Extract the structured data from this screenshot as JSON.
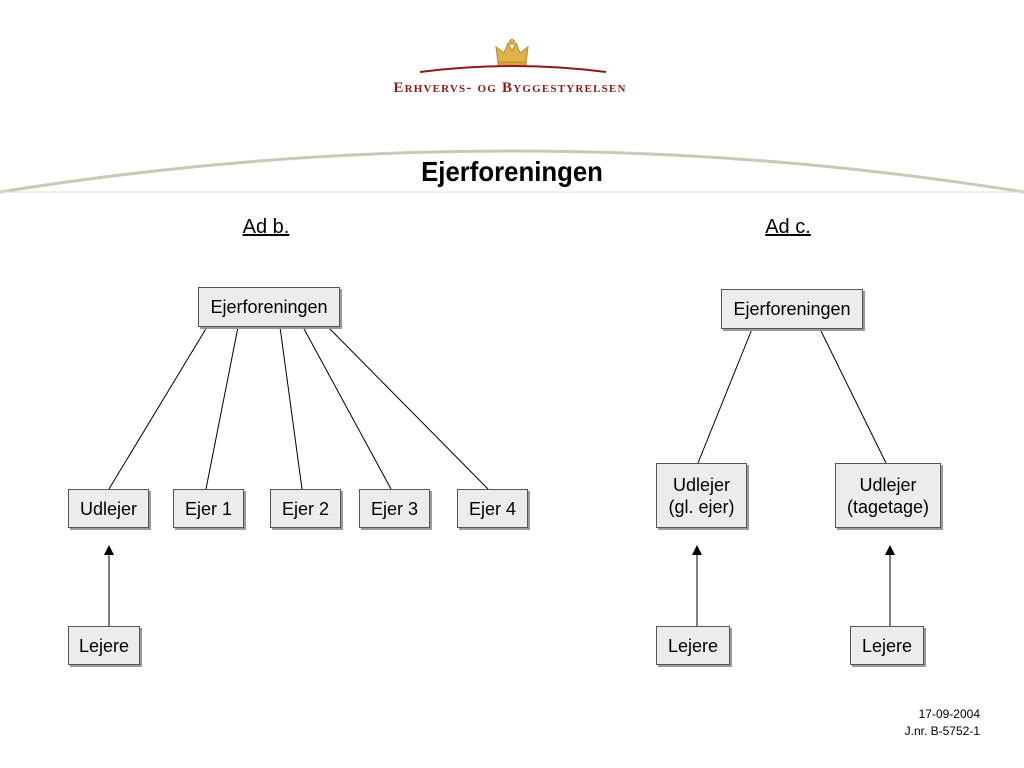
{
  "logo": {
    "text": "Erhvervs- og Byggestyrelsen",
    "icon": "crown-icon",
    "color": "#8b1a1a",
    "accent": "#e2b24e"
  },
  "title": "Ejerforeningen",
  "sections": {
    "left_label": "Ad b.",
    "right_label": "Ad c."
  },
  "left": {
    "root": "Ejerforeningen",
    "children": [
      "Udlejer",
      "Ejer 1",
      "Ejer 2",
      "Ejer 3",
      "Ejer 4"
    ],
    "tenant": "Lejere"
  },
  "right": {
    "root": "Ejerforeningen",
    "children": [
      "Udlejer\n(gl. ejer)",
      "Udlejer\n(tagetage)"
    ],
    "tenants": [
      "Lejere",
      "Lejere"
    ]
  },
  "footer": {
    "date": "17-09-2004",
    "ref": "J.nr. B-5752-1"
  }
}
